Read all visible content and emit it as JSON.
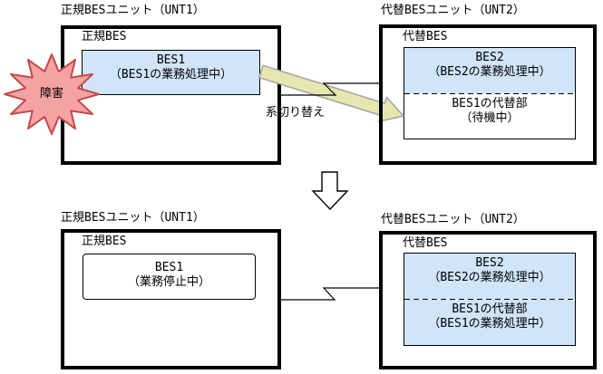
{
  "before": {
    "left_unit": {
      "title": "正規BESユニット（UNT1）",
      "subtitle": "正規BES",
      "bes1": {
        "line1": "BES1",
        "line2": "（BES1の業務処理中）"
      }
    },
    "right_unit": {
      "title": "代替BESユニット（UNT2）",
      "subtitle": "代替BES",
      "bes2": {
        "line1": "BES2",
        "line2": "（BES2の業務処理中）"
      },
      "standby": {
        "line1": "BES1の代替部",
        "line2": "（待機中）"
      }
    },
    "failure_label": "障害",
    "switch_label": "系切り替え"
  },
  "after": {
    "left_unit": {
      "title": "正規BESユニット（UNT1）",
      "subtitle": "正規BES",
      "bes1": {
        "line1": "BES1",
        "line2": "（業務停止中）"
      }
    },
    "right_unit": {
      "title": "代替BESユニット（UNT2）",
      "subtitle": "代替BES",
      "bes2": {
        "line1": "BES2",
        "line2": "（BES2の業務処理中）"
      },
      "standby": {
        "line1": "BES1の代替部",
        "line2": "（BES1の業務処理中）"
      }
    }
  },
  "colors": {
    "active_fill": "#d0e4fa",
    "failure_fill": "#f5a2a2",
    "failure_border": "#c34a4a",
    "arrow_fill": "#e6e6b0",
    "arrow_border": "#a3a3a3"
  }
}
